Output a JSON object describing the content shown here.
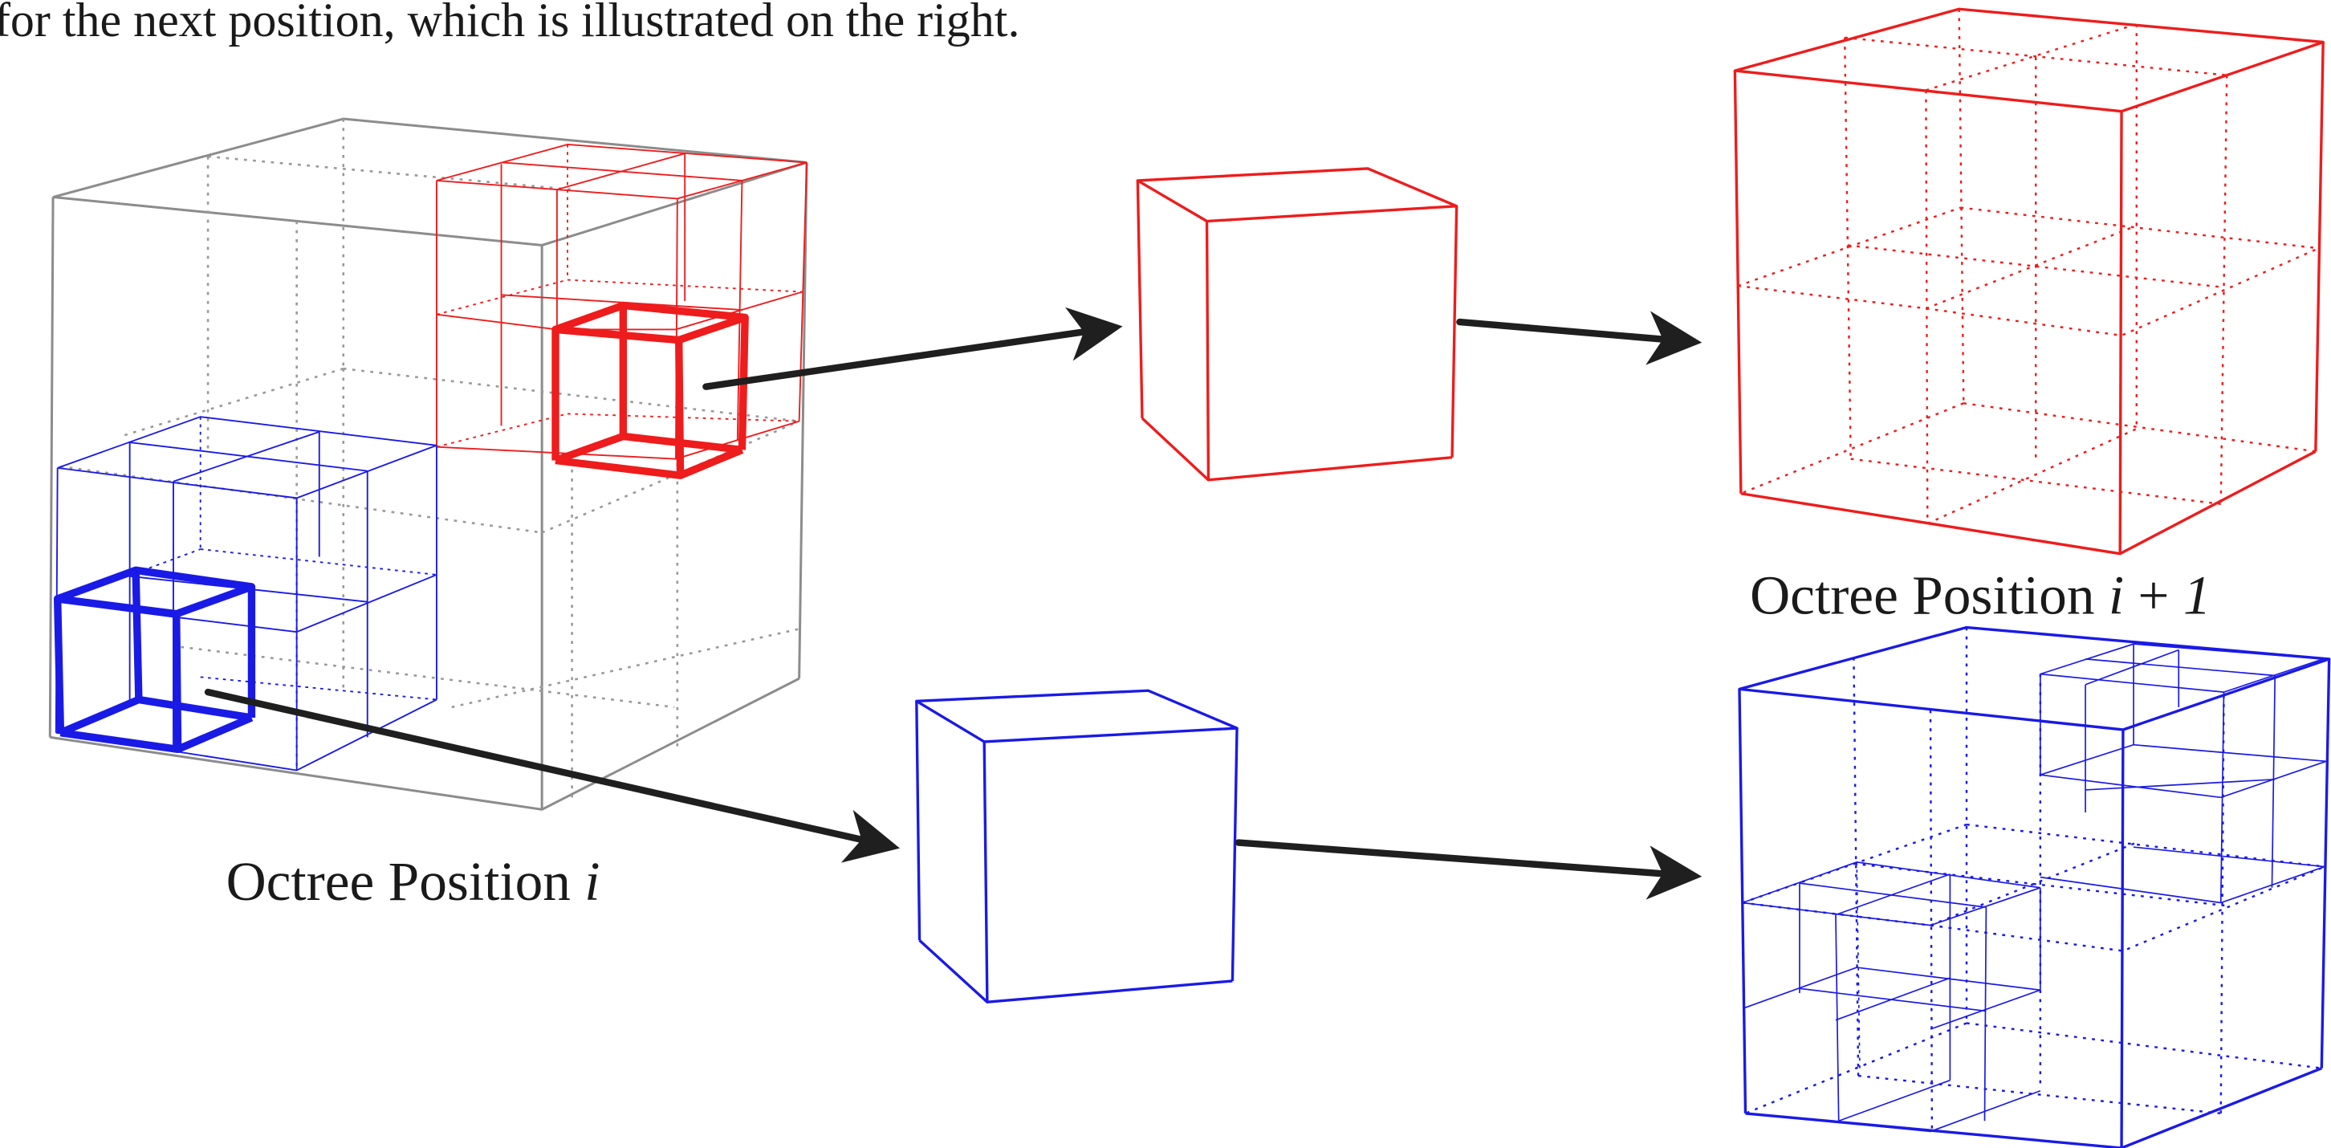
{
  "intro_text": "for the next position, which is illustrated on the right.",
  "labels": {
    "position_i_prefix": "Octree Position ",
    "position_i_var": "i",
    "position_next_prefix": "Octree Position ",
    "position_next_var": "i",
    "position_next_plus": " + ",
    "position_next_one": "1"
  },
  "colors": {
    "red": "#ee1c1c",
    "blue": "#1a1ae6",
    "gray": "#8c8c8c",
    "grid_gray": "#9a9a9a",
    "arrow": "#1f1f1f"
  }
}
